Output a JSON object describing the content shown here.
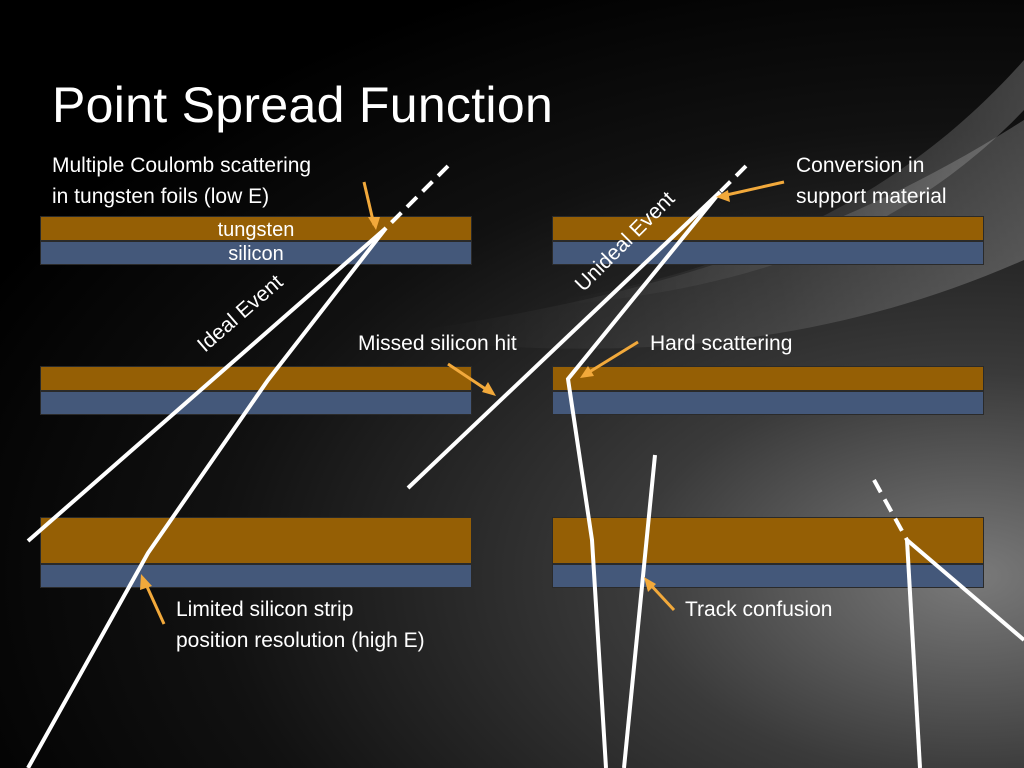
{
  "slide": {
    "title": "Point Spread Function"
  },
  "layers": {
    "tungsten": "tungsten",
    "silicon": "silicon"
  },
  "annotations": {
    "coulomb_line1": "Multiple Coulomb scattering",
    "coulomb_line2": "in tungsten foils (low E)",
    "conversion_line1": "Conversion in",
    "conversion_line2": "support material",
    "ideal_event": "Ideal Event",
    "unideal_event": "Unideal Event",
    "missed_hit": "Missed silicon hit",
    "hard_scattering": "Hard scattering",
    "limited_line1": "Limited silicon strip",
    "limited_line2": "position resolution (high E)",
    "track_confusion": "Track confusion"
  },
  "colors": {
    "tungsten": "#955f05",
    "silicon": "#44587a",
    "arrow": "#f2a93b",
    "track": "#ffffff",
    "background": "#000000"
  }
}
